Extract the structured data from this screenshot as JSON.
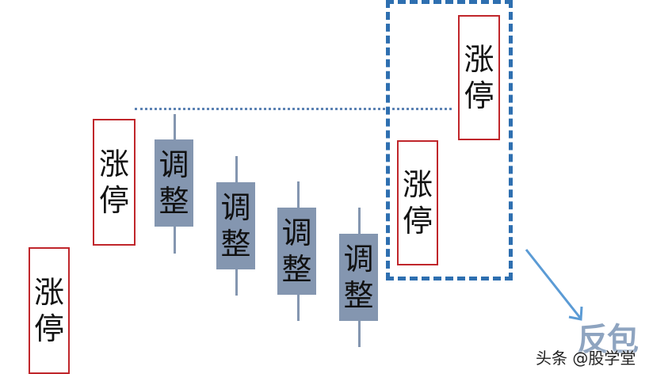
{
  "diagram": {
    "title": "",
    "candles": [
      {
        "type": "limit-up",
        "label_top": "涨",
        "label_bottom": "停"
      },
      {
        "type": "limit-up",
        "label_top": "涨",
        "label_bottom": "停"
      },
      {
        "type": "adjust",
        "label_top": "调",
        "label_bottom": "整"
      },
      {
        "type": "adjust",
        "label_top": "调",
        "label_bottom": "整"
      },
      {
        "type": "adjust",
        "label_top": "调",
        "label_bottom": "整"
      },
      {
        "type": "adjust",
        "label_top": "调",
        "label_bottom": "整"
      },
      {
        "type": "limit-up",
        "label_top": "涨",
        "label_bottom": "停"
      },
      {
        "type": "limit-up",
        "label_top": "涨",
        "label_bottom": "停"
      }
    ],
    "highlight_label": "反包",
    "watermark": "头条 @股学堂",
    "colors": {
      "limit_up_border": "#c0262b",
      "adjust_fill": "#8496b0",
      "highlight_box": "#2e6fb0",
      "arrow": "#5b9bd5",
      "highlight_label": "#8ea4c0"
    }
  }
}
